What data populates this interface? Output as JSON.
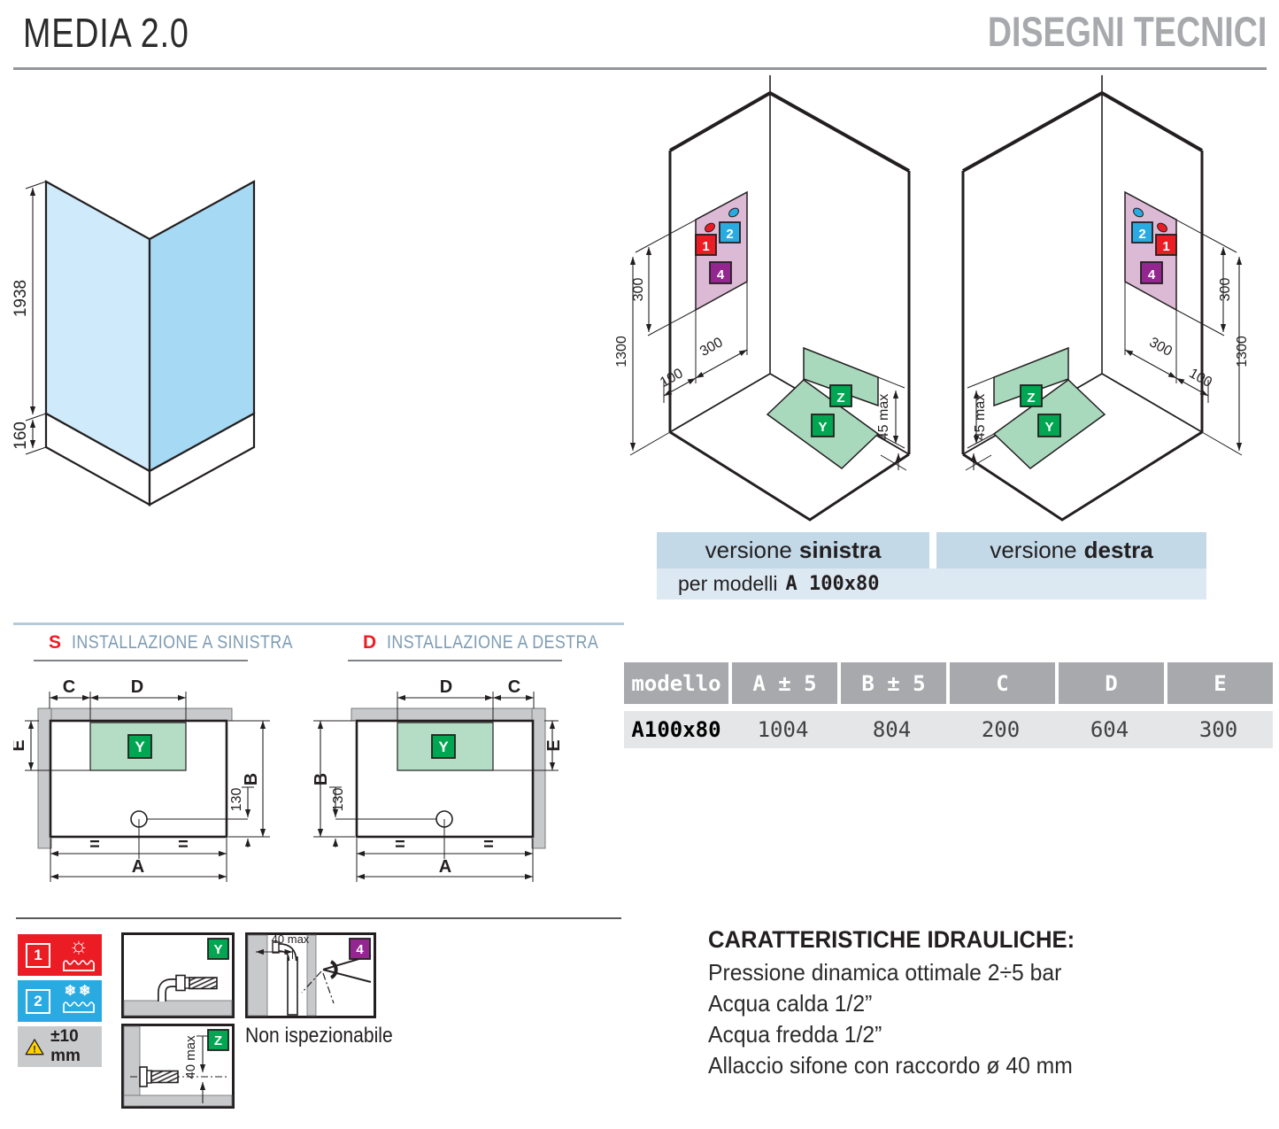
{
  "header": {
    "product": "MEDIA 2.0",
    "section": "DISEGNI TECNICI"
  },
  "glass": {
    "height": "1938",
    "base": "160"
  },
  "iso": {
    "d1300": "1300",
    "d300": "300",
    "d100": "100",
    "d45": "45 max",
    "t1": "1",
    "t2": "2",
    "t4": "4",
    "tY": "Y",
    "tZ": "Z"
  },
  "banners": {
    "version_word": "versione",
    "left_bold": "sinistra",
    "right_bold": "destra",
    "models_prefix": "per modelli",
    "models_bold": "A 100x80"
  },
  "plans": {
    "left_letter": "S",
    "left_title": "INSTALLAZIONE A SINISTRA",
    "right_letter": "D",
    "right_title": "INSTALLAZIONE A DESTRA",
    "A": "A",
    "B": "B",
    "C": "C",
    "D": "D",
    "E": "E",
    "d130": "130",
    "eq": "=",
    "tY": "Y"
  },
  "table": {
    "headers": [
      "modello",
      "A ± 5",
      "B ± 5",
      "C",
      "D",
      "E"
    ],
    "model": "A100x80",
    "values": [
      "1004",
      "804",
      "200",
      "604",
      "300"
    ]
  },
  "legend": {
    "hot": "1",
    "cold": "2",
    "tolerance": "±10 mm",
    "tY": "Y",
    "tZ": "Z",
    "t4": "4",
    "d40": "40 max",
    "not_inspectable": "Non ispezionabile"
  },
  "hydraulics": {
    "title": "CARATTERISTICHE IDRAULICHE:",
    "lines": [
      "Pressione dinamica ottimale 2÷5 bar",
      "Acqua calda 1/2”",
      "Acqua fredda 1/2”",
      "Allaccio sifone con raccordo ø 40 mm"
    ]
  },
  "colors": {
    "accent_red": "#ec1c24",
    "accent_blue": "#29abe2",
    "accent_purple": "#93278f",
    "accent_green": "#00a651",
    "panel_pink": "#dcb9d4",
    "tray_green": "#a9d9bc",
    "banner_blue": "#c3d9e8",
    "table_gray": "#a7a9ac"
  }
}
